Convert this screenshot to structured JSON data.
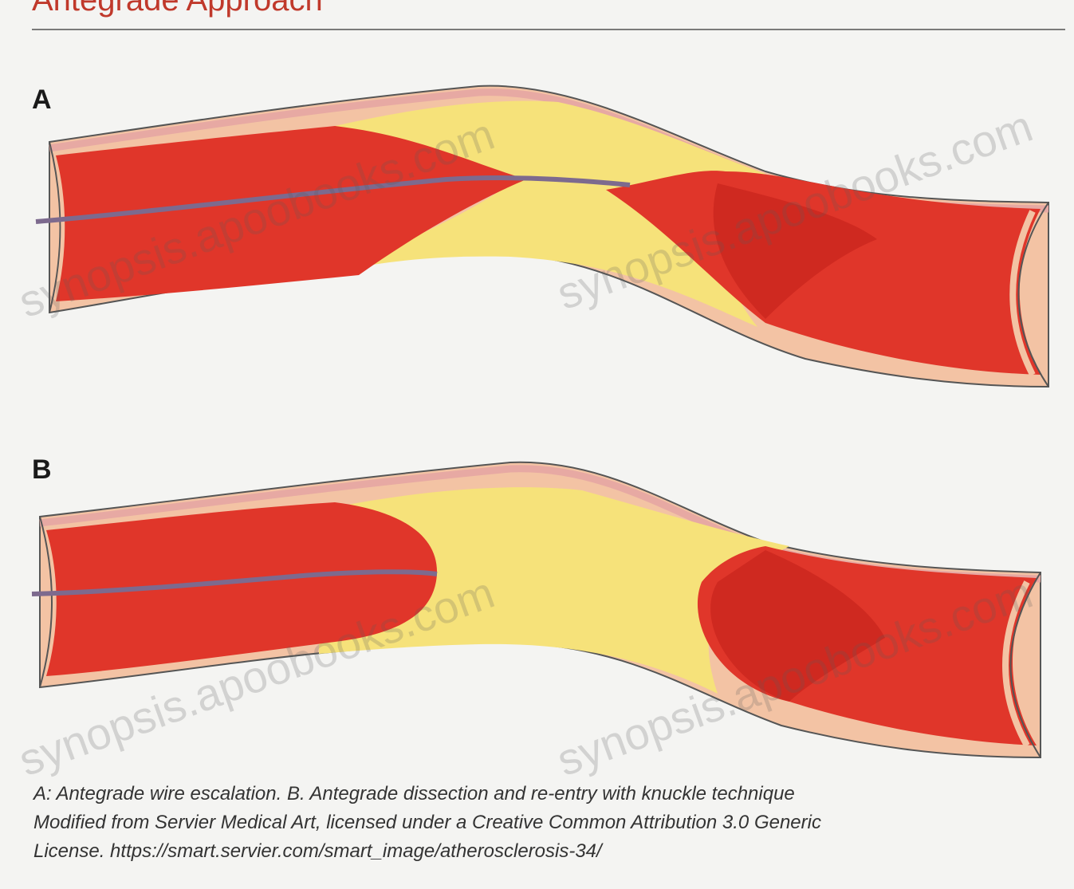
{
  "header": {
    "title": "Antegrade Approach"
  },
  "panels": [
    {
      "label": "A"
    },
    {
      "label": "B"
    }
  ],
  "caption": {
    "lines": [
      "A: Antegrade wire escalation. B. Antegrade dissection and re-entry with knuckle technique",
      "Modified from Servier Medical Art, licensed under a Creative Common Attribution 3.0 Generic",
      "License. https://smart.servier.com/smart_image/atherosclerosis-34/"
    ]
  },
  "watermark": "synopsis.apoobooks.com",
  "colors": {
    "blood": "#e0362a",
    "blood_dark": "#c8241c",
    "plaque": "#f6e27a",
    "vessel_wall": "#f3c3a4",
    "outer_wall": "#e7a9a3",
    "wire": "#7d6a8e"
  }
}
